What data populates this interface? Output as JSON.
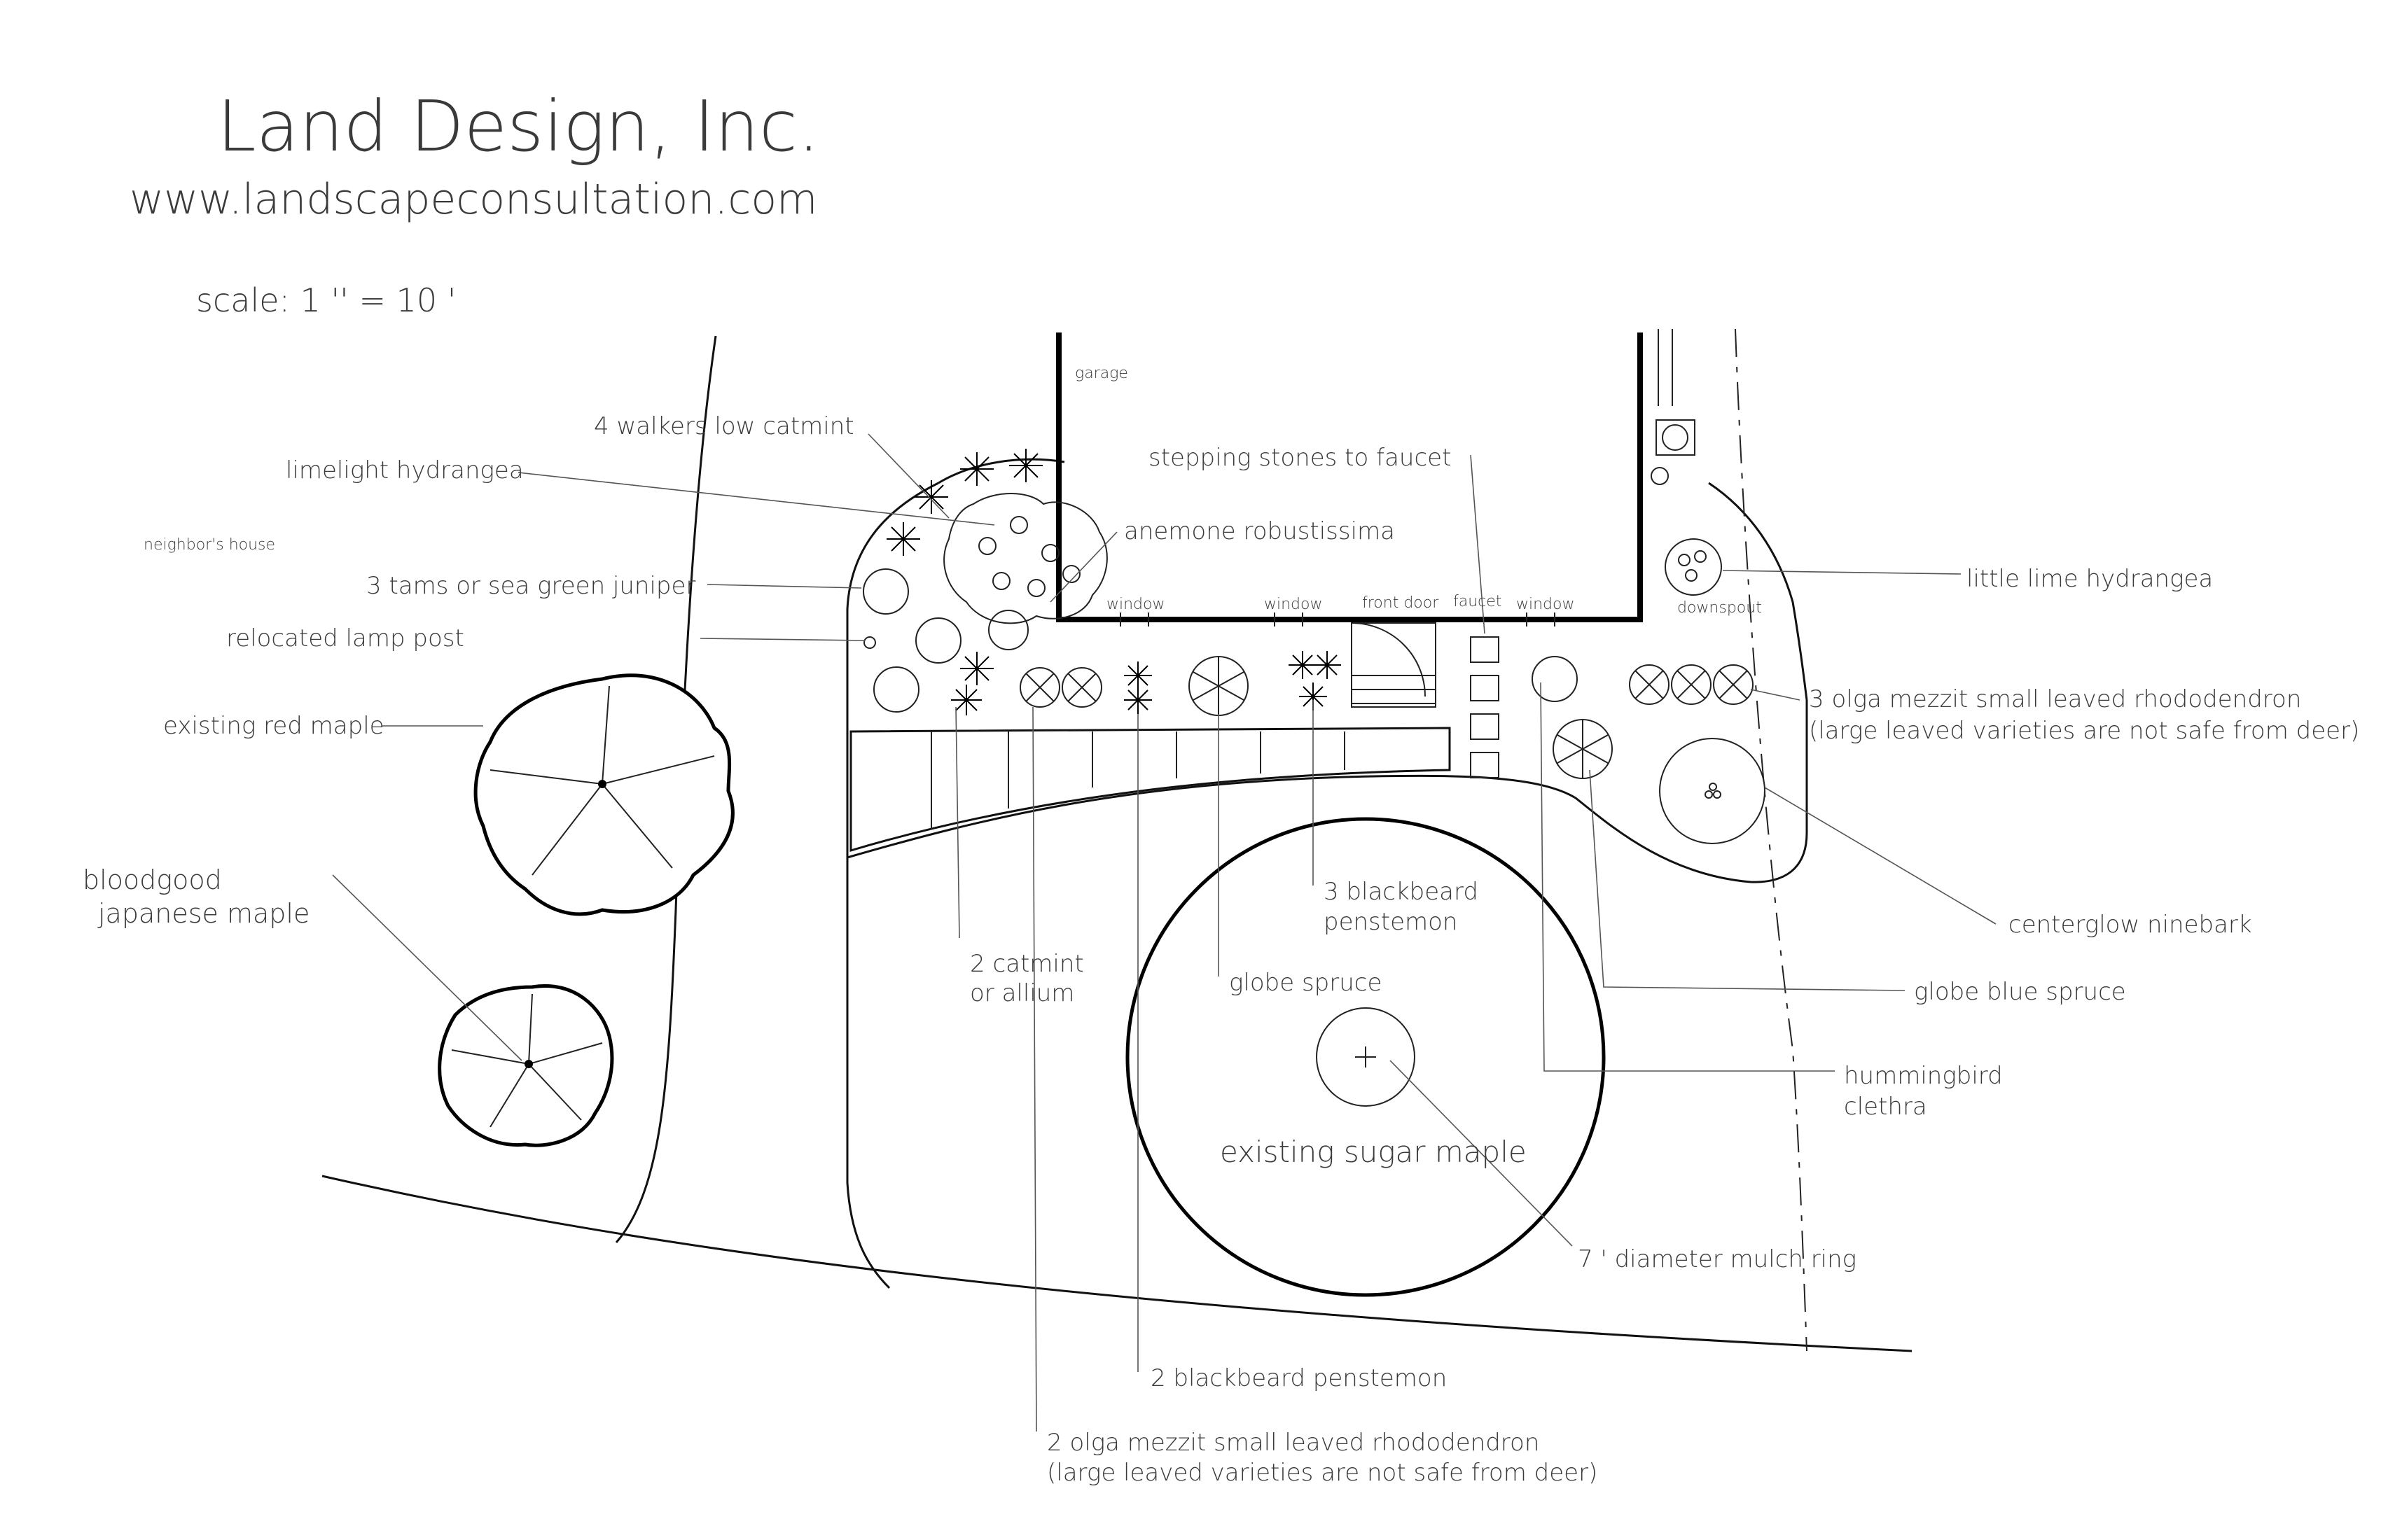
{
  "header": {
    "company": "Land Design, Inc.",
    "website": "www.landscapeconsultation.com",
    "scale": "scale: 1 '' = 10 '"
  },
  "structure": {
    "garage": "garage",
    "neighbor": "neighbor's house",
    "window1": "window",
    "window2": "window",
    "window3": "window",
    "front_door": "front door",
    "faucet": "faucet",
    "downspout": "downspout"
  },
  "callouts": {
    "walkers_catmint": "4 walkers low catmint",
    "limelight": "limelight hydrangea",
    "juniper": "3 tams or sea green juniper",
    "lamp_post": "relocated lamp post",
    "red_maple": "existing red maple",
    "bloodgood_1": "bloodgood",
    "bloodgood_2": "japanese maple",
    "stepping_stones": "stepping stones to faucet",
    "anemone": "anemone robustissima",
    "little_lime": "little lime hydrangea",
    "olga_right_1": "3 olga mezzit small leaved rhododendron",
    "olga_right_2": "(large leaved varieties are not safe from deer)",
    "ninebark": "centerglow ninebark",
    "globe_blue_spruce": "globe blue spruce",
    "clethra_1": "hummingbird",
    "clethra_2": "clethra",
    "blackbeard_3_1": "3 blackbeard",
    "blackbeard_3_2": "penstemon",
    "globe_spruce": "globe spruce",
    "catmint_allium_1": "2 catmint",
    "catmint_allium_2": "or allium",
    "sugar_maple": "existing sugar maple",
    "mulch_ring": "7 ' diameter mulch ring",
    "blackbeard_2": "2 blackbeard penstemon",
    "olga_bottom_1": "2 olga mezzit small leaved rhododendron",
    "olga_bottom_2": "(large leaved varieties are not safe from deer)"
  }
}
